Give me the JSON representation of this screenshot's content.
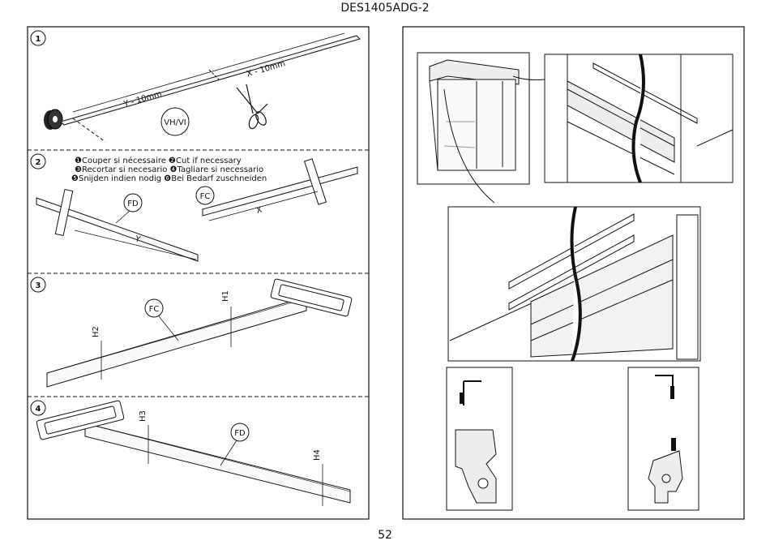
{
  "header": {
    "doc_code": "DES1405ADG-2"
  },
  "footer": {
    "page_number": "52"
  },
  "steps": [
    {
      "number": "1",
      "labels": {
        "x_dim": "X - 10mm",
        "y_dim": "Y - 10mm",
        "tape": "VH/VI"
      }
    },
    {
      "number": "2",
      "cut_note": [
        "❶Couper si nécessaire ❷Cut if necessary",
        "❸Recortar si necesario ❹Tagliare si necessario",
        "❺Snijden indien nodig ❻Bei Bedarf zuschneiden"
      ],
      "labels": {
        "fd": "FD",
        "fc": "FC",
        "x": "X",
        "y": "Y"
      }
    },
    {
      "number": "3",
      "labels": {
        "fc": "FC",
        "h1": "H1",
        "h2": "H2"
      }
    },
    {
      "number": "4",
      "labels": {
        "fd": "FD",
        "h3": "H3",
        "h4": "H4"
      }
    }
  ]
}
